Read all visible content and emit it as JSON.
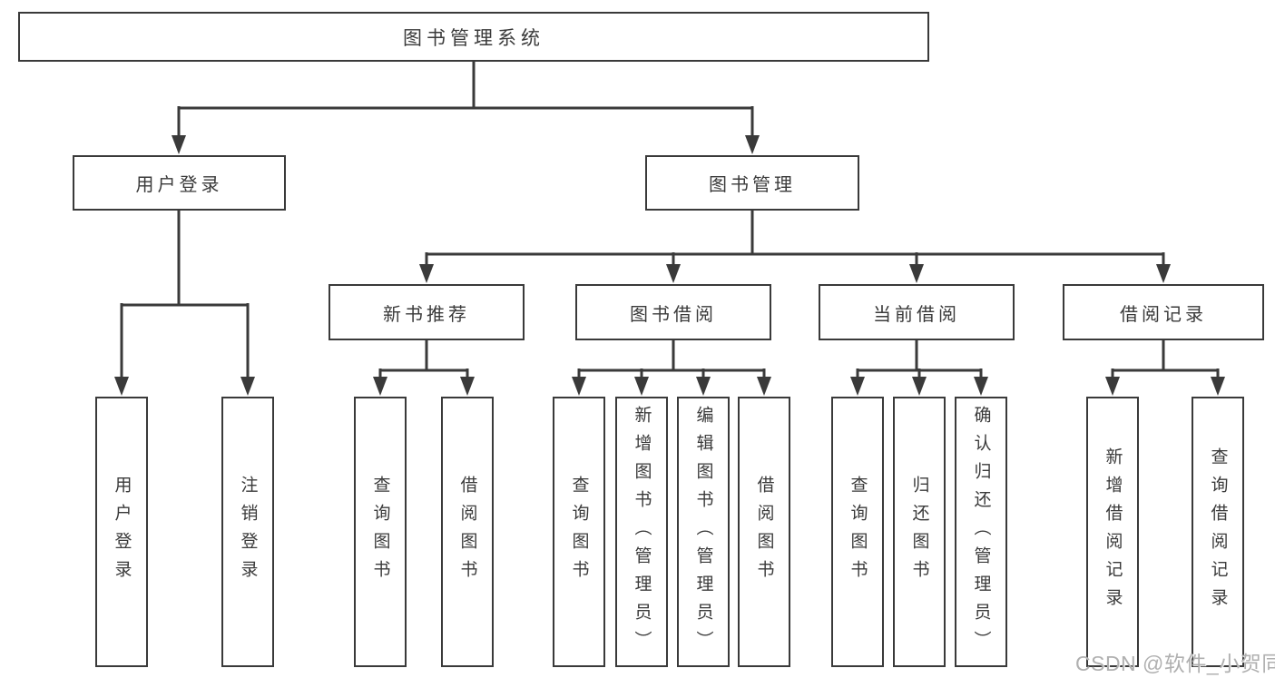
{
  "diagram": {
    "root": {
      "label": "图书管理系统"
    },
    "level2": [
      {
        "label": "用户登录"
      },
      {
        "label": "图书管理"
      }
    ],
    "level3": [
      {
        "label": "新书推荐"
      },
      {
        "label": "图书借阅"
      },
      {
        "label": "当前借阅"
      },
      {
        "label": "借阅记录"
      }
    ],
    "leaves": {
      "user_login": [
        "用户登录",
        "注销登录"
      ],
      "new_book": [
        "查询图书",
        "借阅图书"
      ],
      "book_borrow": [
        "查询图书",
        "新增图书（管理员）",
        "编辑图书（管理员）",
        "借阅图书"
      ],
      "current_borrow": [
        "查询图书",
        "归还图书",
        "确认归还（管理员）"
      ],
      "borrow_record": [
        "新增借阅记录",
        "查询借阅记录"
      ]
    }
  },
  "watermark": {
    "text": "CSDN @软件_小贺同学"
  },
  "colors": {
    "line": "#3a3a3a",
    "text": "#3a3a3a",
    "watermark": "#b0b0b0",
    "background": "#ffffff"
  }
}
